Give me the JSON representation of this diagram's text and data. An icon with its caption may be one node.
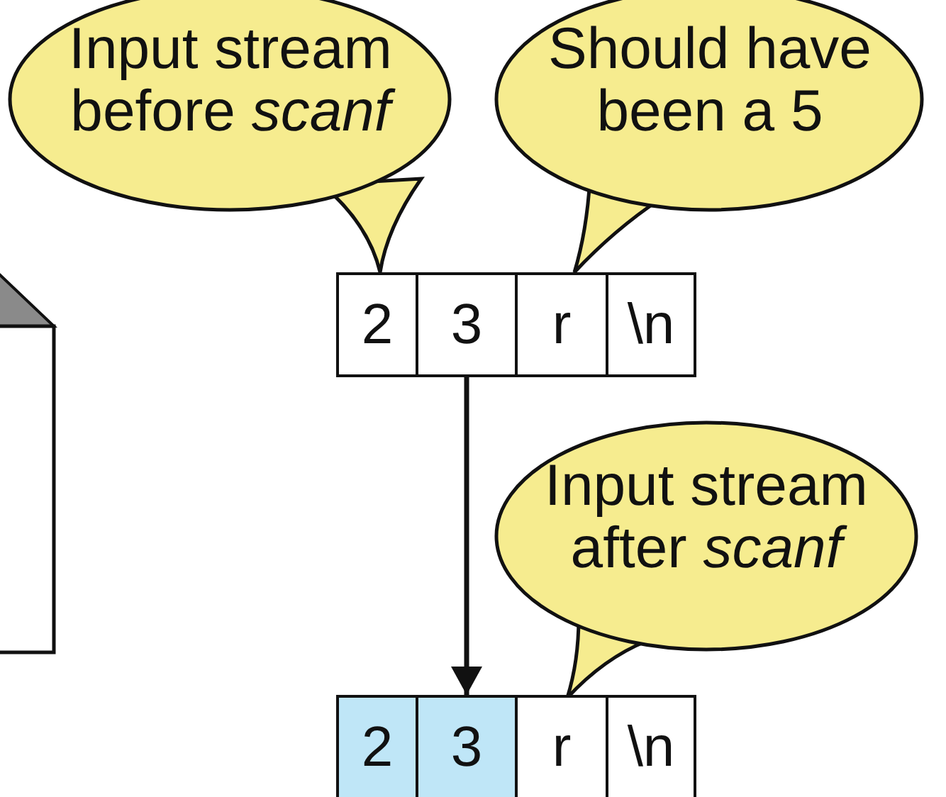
{
  "diagram": {
    "nodes": [
      {
        "text": [
          "Input stream before *scanf*"
        ]
      },
      {
        "text": [
          "Should have been a 5"
        ]
      },
      {
        "text": [
          "2"
        ]
      },
      {
        "text": [
          "3"
        ]
      },
      {
        "text": [
          "r"
        ]
      },
      {
        "text": [
          "\\n"
        ]
      },
      {
        "text": [
          "Input stream after *scanf*"
        ]
      },
      {
        "text": [
          "2"
        ]
      },
      {
        "text": [
          "3"
        ]
      },
      {
        "text": [
          "r"
        ]
      },
      {
        "text": [
          "\\n"
        ]
      }
    ],
    "edges": [
      {
        "from": 3,
        "to": 8,
        "arrow": "to"
      }
    ]
  }
}
